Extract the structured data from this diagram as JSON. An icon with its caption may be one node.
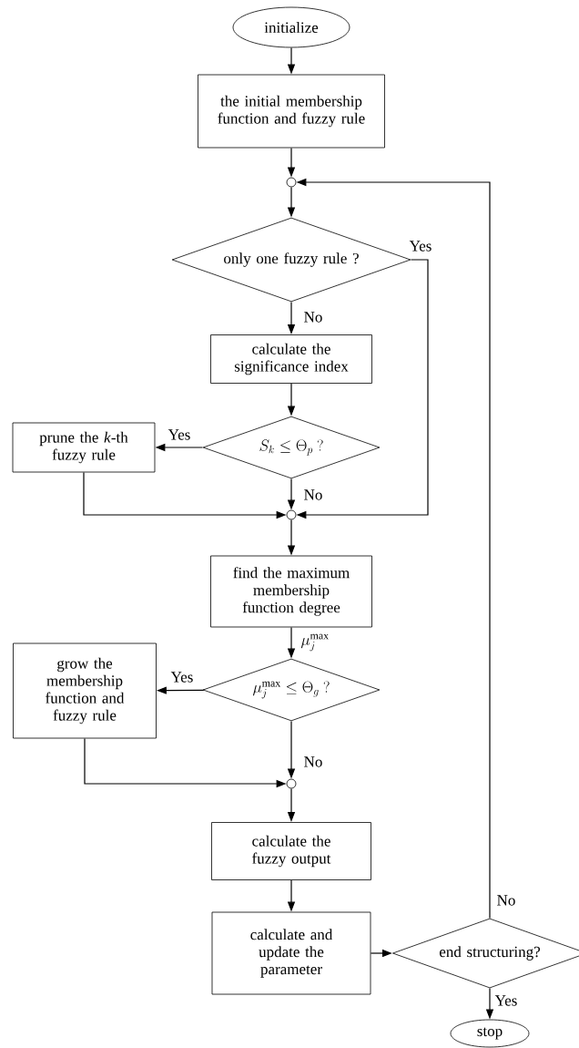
{
  "diagram": {
    "nodes": [
      {
        "text": [
          "initialize"
        ]
      },
      {
        "text": [
          "the initial membership function and fuzzy rule"
        ]
      },
      {
        "text": [],
        "shape": "circle"
      },
      {
        "text": [
          "only one fuzzy rule ?"
        ]
      },
      {
        "text": [
          "calculate the significance index"
        ]
      },
      {
        "text": [
          "S_{k} \\leq \\Theta_{p}\\ ?"
        ]
      },
      {
        "text": [
          "prune the *k*-th fuzzy rule"
        ]
      },
      {
        "text": [],
        "shape": "circle"
      },
      {
        "text": [
          "find the maximum membership function degree"
        ]
      },
      {
        "text": [
          "\\mu_{j}^{\\mathrm{max}} \\leq \\Theta_{g}\\ ?"
        ]
      },
      {
        "text": [
          "grow the membership function and fuzzy rule"
        ]
      },
      {
        "text": [],
        "shape": "circle"
      },
      {
        "text": [
          "calculate the fuzzy output"
        ]
      },
      {
        "text": [
          "calculate and update the parameter"
        ]
      },
      {
        "text": [
          "end structuring?"
        ]
      },
      {
        "text": [
          "stop"
        ]
      }
    ],
    "edges": [
      {
        "from": 0,
        "to": 1,
        "arrow": "to"
      },
      {
        "from": 1,
        "to": 2,
        "arrow": "to"
      },
      {
        "from": 2,
        "to": 3,
        "arrow": "to"
      },
      {
        "from": 3,
        "to": 4,
        "arrow": "to",
        "label": "No"
      },
      {
        "from": 3,
        "to": 7,
        "arrow": "to",
        "label": "Yes"
      },
      {
        "from": 4,
        "to": 5,
        "arrow": "to"
      },
      {
        "from": 5,
        "to": 6,
        "arrow": "to",
        "label": "Yes"
      },
      {
        "from": 5,
        "to": 7,
        "arrow": "to",
        "label": "No"
      },
      {
        "from": 6,
        "to": 7,
        "arrow": "to"
      },
      {
        "from": 7,
        "to": 8,
        "arrow": "to"
      },
      {
        "from": 8,
        "to": 9,
        "arrow": "to",
        "label": "\\mu_{j}^{\\mathrm{max}}"
      },
      {
        "from": 9,
        "to": 10,
        "arrow": "to",
        "label": "Yes"
      },
      {
        "from": 9,
        "to": 11,
        "arrow": "to",
        "label": "No"
      },
      {
        "from": 10,
        "to": 11,
        "arrow": "to"
      },
      {
        "from": 11,
        "to": 12,
        "arrow": "to"
      },
      {
        "from": 12,
        "to": 13,
        "arrow": "to"
      },
      {
        "from": 13,
        "to": 14,
        "arrow": "to"
      },
      {
        "from": 14,
        "to": 15,
        "arrow": "to",
        "label": "Yes"
      },
      {
        "from": 14,
        "to": 2,
        "arrow": "to",
        "label": "No"
      }
    ]
  }
}
